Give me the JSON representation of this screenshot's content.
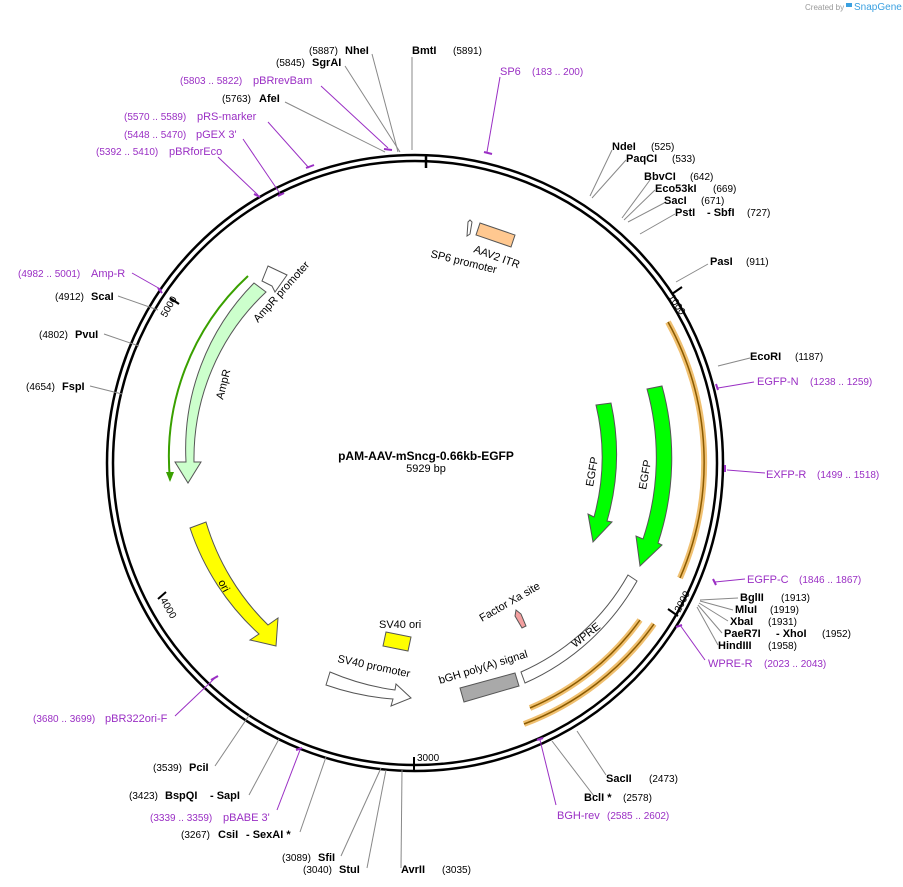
{
  "plasmid": {
    "name": "pAM-AAV-mSncg-0.66kb-EGFP",
    "size": "5929 bp"
  },
  "watermark": {
    "created_by": "Created by",
    "brand": "SnapGene"
  },
  "ticks": [
    "1000",
    "2000",
    "3000",
    "4000",
    "5000"
  ],
  "enzymes": [
    {
      "name": "NheI",
      "pos": "(5887)"
    },
    {
      "name": "BmtI",
      "pos": "(5891)"
    },
    {
      "name": "SgrAI",
      "pos": "(5845)"
    },
    {
      "name": "AfeI",
      "pos": "(5763)"
    },
    {
      "name": "NdeI",
      "pos": "(525)"
    },
    {
      "name": "PaqCI",
      "pos": "(533)"
    },
    {
      "name": "BbvCI",
      "pos": "(642)"
    },
    {
      "name": "Eco53kI",
      "pos": "(669)"
    },
    {
      "name": "SacI",
      "pos": "(671)"
    },
    {
      "name": "PstI",
      "pos": ""
    },
    {
      "name": "- SbfI",
      "pos": "(727)"
    },
    {
      "name": "PasI",
      "pos": "(911)"
    },
    {
      "name": "EcoRI",
      "pos": "(1187)"
    },
    {
      "name": "BglII",
      "pos": "(1913)"
    },
    {
      "name": "MluI",
      "pos": "(1919)"
    },
    {
      "name": "XbaI",
      "pos": "(1931)"
    },
    {
      "name": "PaeR7I",
      "pos": ""
    },
    {
      "name": "- XhoI",
      "pos": "(1952)"
    },
    {
      "name": "HindIII",
      "pos": "(1958)"
    },
    {
      "name": "SacII",
      "pos": "(2473)"
    },
    {
      "name": "BclI *",
      "pos": "(2578)"
    },
    {
      "name": "AvrII",
      "pos": "(3035)"
    },
    {
      "name": "StuI",
      "pos": "(3040)"
    },
    {
      "name": "SfiI",
      "pos": "(3089)"
    },
    {
      "name": "CsiI",
      "pos": "(3267)"
    },
    {
      "name": "- SexAI *",
      "pos": ""
    },
    {
      "name": "BspQI",
      "pos": "(3423)"
    },
    {
      "name": "- SapI",
      "pos": ""
    },
    {
      "name": "PciI",
      "pos": "(3539)"
    },
    {
      "name": "FspI",
      "pos": "(4654)"
    },
    {
      "name": "PvuI",
      "pos": "(4802)"
    },
    {
      "name": "ScaI",
      "pos": "(4912)"
    }
  ],
  "primers": [
    {
      "name": "SP6",
      "range": "(183 .. 200)"
    },
    {
      "name": "pBRrevBam",
      "range": "(5803 .. 5822)"
    },
    {
      "name": "pRS-marker",
      "range": "(5570 .. 5589)"
    },
    {
      "name": "pGEX 3'",
      "range": "(5448 .. 5470)"
    },
    {
      "name": "pBRforEco",
      "range": "(5392 .. 5410)"
    },
    {
      "name": "Amp-R",
      "range": "(4982 .. 5001)"
    },
    {
      "name": "EGFP-N",
      "range": "(1238 .. 1259)"
    },
    {
      "name": "EXFP-R",
      "range": "(1499 .. 1518)"
    },
    {
      "name": "EGFP-C",
      "range": "(1846 .. 1867)"
    },
    {
      "name": "WPRE-R",
      "range": "(2023 .. 2043)"
    },
    {
      "name": "BGH-rev",
      "range": "(2585 .. 2602)"
    },
    {
      "name": "pBABE 3'",
      "range": "(3339 .. 3359)"
    },
    {
      "name": "pBR322ori-F",
      "range": "(3680 .. 3699)"
    }
  ],
  "features": {
    "aav2_itr": "AAV2 ITR",
    "sp6_promoter": "SP6 promoter",
    "ampr_promoter": "AmpR promoter",
    "ampr": "AmpR",
    "ori": "ori",
    "sv40_ori": "SV40 ori",
    "sv40_promoter": "SV40 promoter",
    "bgh_signal": "bGH poly(A) signal",
    "wpre": "WPRE",
    "factor_xa": "Factor Xa site",
    "egfp_1": "EGFP",
    "egfp_2": "EGFP"
  },
  "colors": {
    "ampr": "#ccffcc",
    "ori": "#ffff00",
    "egfp": "#00ff00",
    "itr": "#ffc890",
    "bgh": "#a9a9a9",
    "primer": "#9a2fc4",
    "primer_bind": "#f0c070",
    "backbone": "#000000"
  }
}
